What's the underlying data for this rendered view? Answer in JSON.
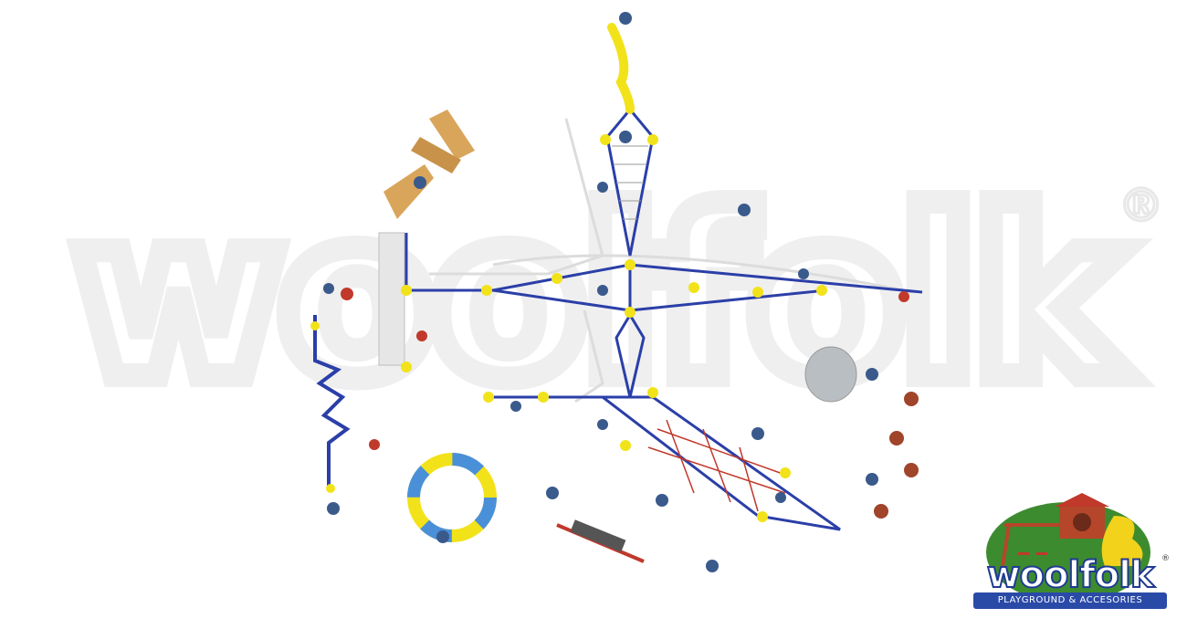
{
  "watermark": {
    "text": "woolfolk",
    "registered_mark": "®"
  },
  "logo": {
    "brand": "woolfolk",
    "tagline": "PLAYGROUND & ACCESORIES",
    "registered_mark": "®"
  },
  "colors": {
    "frame_blue": "#2b3fa8",
    "accent_yellow": "#f2e21a",
    "net_red": "#c0392b",
    "wood": "#d9a55a",
    "watermark_grey": "#efefef"
  }
}
